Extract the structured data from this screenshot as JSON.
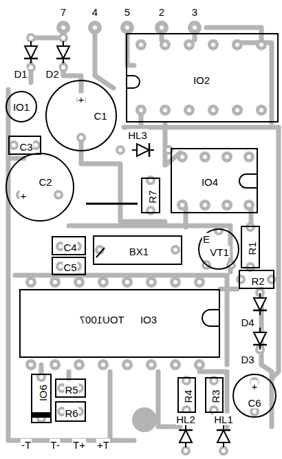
{
  "diagram": {
    "nodes": [
      {
        "text": [
          "IO1"
        ]
      },
      {
        "text": [
          "+",
          "C1"
        ]
      },
      {
        "text": [
          "IO2"
        ]
      },
      {
        "text": [
          "C3"
        ]
      },
      {
        "text": [
          "C2",
          "+"
        ]
      },
      {
        "text": [
          "R7"
        ]
      },
      {
        "text": [
          "IO4"
        ]
      },
      {
        "text": [
          "C4"
        ]
      },
      {
        "text": [
          "C5"
        ]
      },
      {
        "text": [
          "BX1"
        ]
      },
      {
        "text": [
          "VT1",
          "E"
        ]
      },
      {
        "text": [
          "R1"
        ]
      },
      {
        "text": [
          "R2"
        ]
      },
      {
        "text": [
          "TOU1007",
          "IO3"
        ]
      },
      {
        "text": [
          "+",
          "C6"
        ]
      },
      {
        "text": [
          "IO6"
        ]
      },
      {
        "text": [
          "R5"
        ]
      },
      {
        "text": [
          "R6"
        ]
      },
      {
        "text": [
          "R4"
        ]
      },
      {
        "text": [
          "R3"
        ]
      }
    ],
    "labels": [
      "7",
      "4",
      "5",
      "2",
      "3",
      "D1",
      "D2",
      "HL3",
      "D4",
      "D3",
      "HL2",
      "HL1",
      "-T",
      "T-",
      "T+",
      "+T"
    ]
  }
}
